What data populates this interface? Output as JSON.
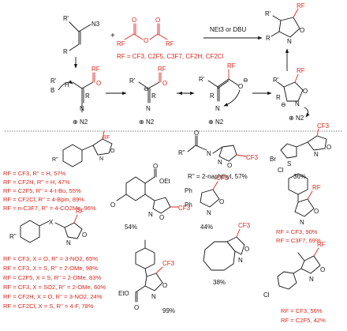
{
  "colors": {
    "accent": "#d8281e",
    "ink": "#111111"
  },
  "top": {
    "reagent_condition": "NEt3 or DBU",
    "rf_list": "RF = CF3, C2F5, C3F7, CF2H, CF2Cl",
    "plus": "+",
    "labels": {
      "r_prime": "R'",
      "r": "R",
      "n3": "N3",
      "rf": "RF",
      "o": "O",
      "n": "N",
      "b": "B",
      "h": "H",
      "n2": "N2",
      "minus": "⊖",
      "plus_charge": "⊕",
      "bh": "BH"
    }
  },
  "entries": {
    "a": {
      "lines": [
        "RF = CF3, R'' = H, 57%",
        "RF = CF2H, R'' = H, 47%",
        "RF = C2F5, R'' = 4-t-Bu, 55%",
        "RF = CF2Cl, R'' = 4-Bpin, 89%",
        "RF = n-C3F7, R'' = 4-CO2Me, 96%"
      ]
    },
    "b": {
      "caption": "R'' = 2-naphthyl, 57%"
    },
    "c": {
      "caption": "36%"
    },
    "d": {
      "caption": "54%",
      "ester": "OEt"
    },
    "e": {
      "caption": "44%"
    },
    "f": {
      "lines": [
        "RF = CF3, 90%",
        "RF = C3F7, 69%"
      ]
    },
    "g": {
      "lines": [
        "RF = CF3, X = O, R'' = 3-NO2, 65%",
        "RF = CF3, X = S, R'' = 2-OMe, 98%",
        "RF = C2F5, X = S, R'' = 2-OMe, 83%",
        "RF = CF3, X = SO2, R'' = 2-OMe, 60%",
        "RF = CF2H, X = O, R'' = 3-NO2, 24%",
        "RF = CF2Cl, X = S, R'' = 4-F, 78%"
      ]
    },
    "h": {
      "caption": "38%"
    },
    "i": {
      "caption": "99%",
      "ester": "EtO"
    },
    "j": {
      "lines": [
        "RF = CF3, 56%",
        "RF = C2F5, 42%"
      ]
    }
  },
  "atoms": {
    "cf3": "CF3",
    "cl": "Cl",
    "br": "Br",
    "ph": "Ph",
    "x": "X",
    "rpp": "R''",
    "s": "S"
  }
}
